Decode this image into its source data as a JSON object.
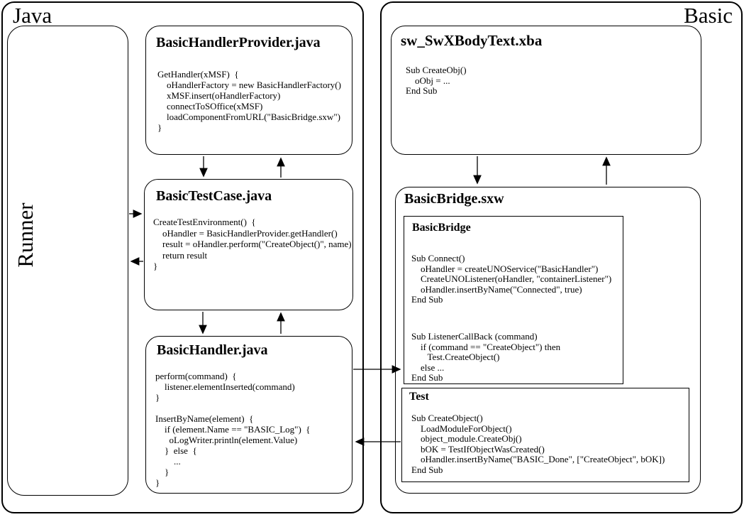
{
  "diagram": {
    "java_panel": {
      "label": "Java",
      "runner_label": "Runner",
      "provider": {
        "title": "BasicHandlerProvider.java",
        "code": "GetHandler(xMSF)  {\n    oHandlerFactory = new BasicHandlerFactory()\n    xMSF.insert(oHandlerFactory)\n    connectToSOffice(xMSF)\n    loadComponentFromURL(\"BasicBridge.sxw\")\n}"
      },
      "testcase": {
        "title": "BasicTestCase.java",
        "code": "CreateTestEnvironment()  {\n    oHandler = BasicHandlerProvider.getHandler()\n    result = oHandler.perform(\"CreateObject()\", name)\n    return result\n}"
      },
      "handler": {
        "title": "BasicHandler.java",
        "code": "perform(command)  {\n    listener.elementInserted(command)\n}\n\nInsertByName(element)  {\n    if (element.Name == \"BASIC_Log\")  {\n      oLogWriter.println(element.Value)\n    }  else  {\n        ...\n    }\n}"
      }
    },
    "basic_panel": {
      "label": "Basic",
      "xba": {
        "title": "sw_SwXBodyText.xba",
        "code": "Sub CreateObj()\n    oObj = ...\nEnd Sub"
      },
      "sxw": {
        "title": "BasicBridge.sxw",
        "bridge_module": {
          "title": "BasicBridge",
          "code_connect": "Sub Connect()\n    oHandler = createUNOService(\"BasicHandler\")\n    CreateUNOListener(oHandler, \"containerListener\")\n    oHandler.insertByName(\"Connected\", true)\nEnd Sub",
          "code_listener": "Sub ListenerCallBack (command)\n    if (command == \"CreateObject\") then\n       Test.CreateObject()\n    else ...\nEnd Sub"
        },
        "test_module": {
          "title": "Test",
          "code": "Sub CreateObject()\n    LoadModuleForObject()\n    object_module.CreateObj()\n    bOK = TestIfObjectWasCreated()\n    oHandler.insertByName(\"BASIC_Done\", [\"CreateObject\", bOK])\nEnd Sub"
        }
      }
    },
    "colors": {
      "ink": "#000000",
      "background": "#ffffff"
    }
  }
}
